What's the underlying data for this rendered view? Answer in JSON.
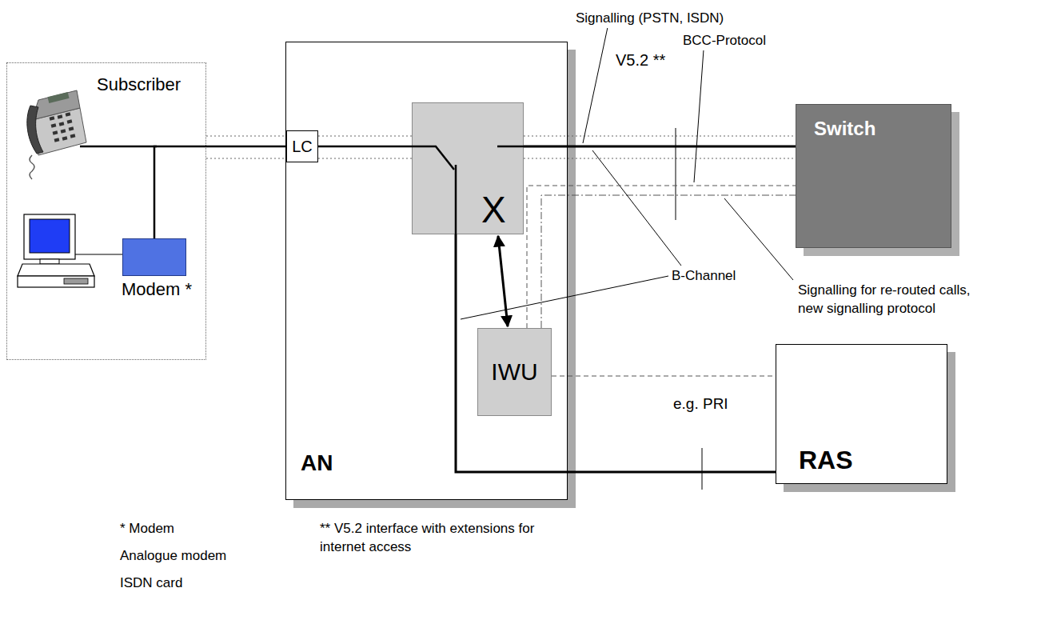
{
  "diagram": {
    "nodes": [
      {
        "text": [
          "Subscriber"
        ]
      },
      {
        "text": [
          "Modem *"
        ],
        "in": 0
      },
      {
        "text": [
          "AN"
        ]
      },
      {
        "text": [
          "LC"
        ],
        "in": 2
      },
      {
        "text": [
          "X"
        ],
        "in": 2
      },
      {
        "text": [
          "IWU"
        ],
        "in": 2
      },
      {
        "text": [
          "Switch"
        ]
      },
      {
        "text": [
          "RAS"
        ]
      }
    ],
    "edges": [
      {
        "from": 1,
        "to": 3,
        "arrow": "none"
      },
      {
        "from": 3,
        "to": 4,
        "arrow": "none"
      },
      {
        "from": 4,
        "to": 6,
        "arrow": "none"
      },
      {
        "from": 4,
        "to": 7,
        "arrow": "none"
      },
      {
        "from": 4,
        "to": 5,
        "arrow": "both"
      },
      {
        "from": 5,
        "to": 6,
        "arrow": "none"
      },
      {
        "from": 5,
        "to": 7,
        "arrow": "none"
      }
    ],
    "labels": [
      "Signalling (PSTN, ISDN)",
      "BCC-Protocol",
      "V5.2 **",
      "B-Channel",
      "Signalling for re-routed calls, new signalling protocol",
      "e.g. PRI",
      "* Modem",
      "Analogue modem",
      "ISDN card",
      "** V5.2 interface with extensions for internet access"
    ]
  }
}
